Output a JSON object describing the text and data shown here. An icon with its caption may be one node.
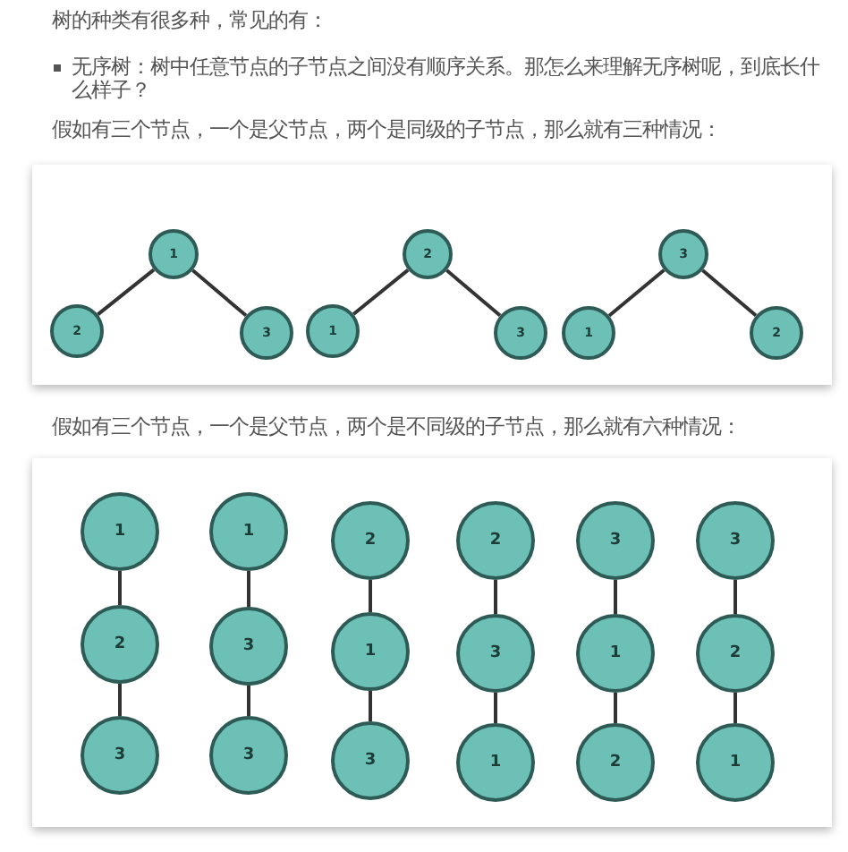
{
  "diagram": {
    "nodes": [
      {
        "text": [
          "1"
        ]
      },
      {
        "text": [
          "2"
        ]
      },
      {
        "text": [
          "3"
        ]
      },
      {
        "text": [
          "2"
        ]
      },
      {
        "text": [
          "1"
        ]
      },
      {
        "text": [
          "3"
        ]
      },
      {
        "text": [
          "3"
        ]
      },
      {
        "text": [
          "1"
        ]
      },
      {
        "text": [
          "2"
        ]
      },
      {
        "text": [
          "1"
        ]
      },
      {
        "text": [
          "2"
        ]
      },
      {
        "text": [
          "3"
        ]
      },
      {
        "text": [
          "1"
        ]
      },
      {
        "text": [
          "3"
        ]
      },
      {
        "text": [
          "3"
        ]
      },
      {
        "text": [
          "2"
        ]
      },
      {
        "text": [
          "1"
        ]
      },
      {
        "text": [
          "3"
        ]
      },
      {
        "text": [
          "2"
        ]
      },
      {
        "text": [
          "3"
        ]
      },
      {
        "text": [
          "1"
        ]
      },
      {
        "text": [
          "3"
        ]
      },
      {
        "text": [
          "1"
        ]
      },
      {
        "text": [
          "2"
        ]
      },
      {
        "text": [
          "3"
        ]
      },
      {
        "text": [
          "2"
        ]
      },
      {
        "text": [
          "1"
        ]
      }
    ],
    "edges": [
      {
        "from": 0,
        "to": 1,
        "arrow": "none"
      },
      {
        "from": 0,
        "to": 2,
        "arrow": "none"
      },
      {
        "from": 3,
        "to": 4,
        "arrow": "none"
      },
      {
        "from": 3,
        "to": 5,
        "arrow": "none"
      },
      {
        "from": 6,
        "to": 7,
        "arrow": "none"
      },
      {
        "from": 6,
        "to": 8,
        "arrow": "none"
      },
      {
        "from": 9,
        "to": 10,
        "arrow": "none"
      },
      {
        "from": 10,
        "to": 11,
        "arrow": "none"
      },
      {
        "from": 12,
        "to": 13,
        "arrow": "none"
      },
      {
        "from": 13,
        "to": 14,
        "arrow": "none"
      },
      {
        "from": 15,
        "to": 16,
        "arrow": "none"
      },
      {
        "from": 16,
        "to": 17,
        "arrow": "none"
      },
      {
        "from": 18,
        "to": 19,
        "arrow": "none"
      },
      {
        "from": 19,
        "to": 20,
        "arrow": "none"
      },
      {
        "from": 21,
        "to": 22,
        "arrow": "none"
      },
      {
        "from": 22,
        "to": 23,
        "arrow": "none"
      },
      {
        "from": 24,
        "to": 25,
        "arrow": "none"
      },
      {
        "from": 25,
        "to": 26,
        "arrow": "none"
      }
    ],
    "labels": [
      "树的种类有很多种，常见的有：",
      "无序树：树中任意节点的子节点之间没有顺序关系。那怎么来理解无序树呢，到底长什么样子？",
      "假如有三个节点，一个是父节点，两个是同级的子节点，那么就有三种情况：",
      "假如有三个节点，一个是父节点，两个是不同级的子节点，那么就有六种情况："
    ]
  }
}
